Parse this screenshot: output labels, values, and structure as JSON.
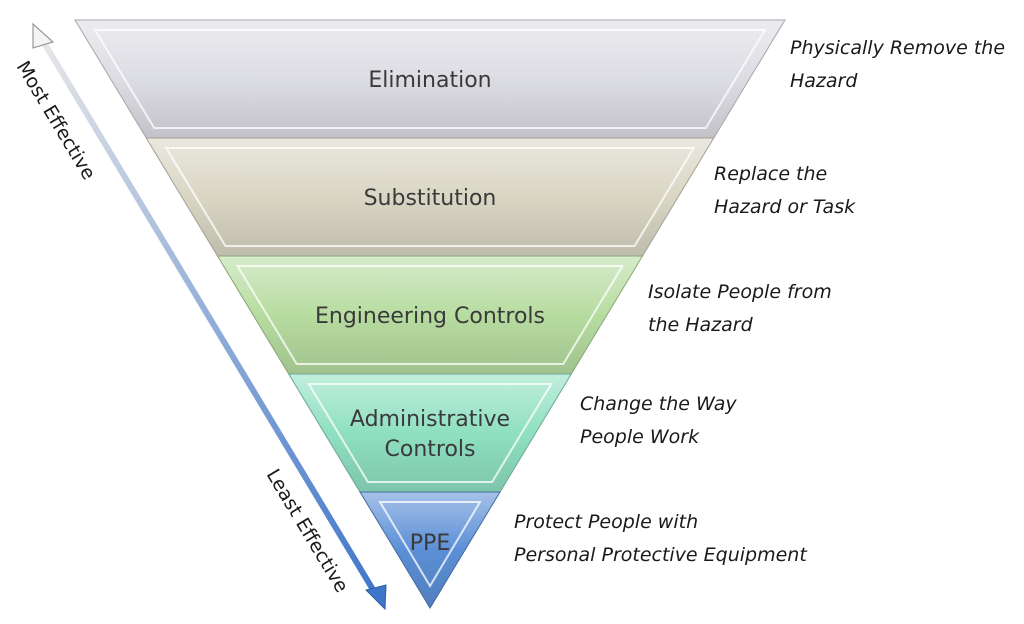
{
  "axis": {
    "top_label": "Most Effective",
    "bottom_label": "Least Effective"
  },
  "tiers": [
    {
      "label_lines": [
        "Elimination"
      ],
      "description_lines": [
        "Physically Remove the",
        "Hazard"
      ],
      "color": "#dcdde3"
    },
    {
      "label_lines": [
        "Substitution"
      ],
      "description_lines": [
        "Replace the",
        "Hazard or Task"
      ],
      "color": "#d9d6c4"
    },
    {
      "label_lines": [
        "Engineering Controls"
      ],
      "description_lines": [
        "Isolate People from",
        "the Hazard"
      ],
      "color": "#b7dca0"
    },
    {
      "label_lines": [
        "Administrative",
        "Controls"
      ],
      "description_lines": [
        "Change the Way",
        "People Work"
      ],
      "color": "#8fe0c2"
    },
    {
      "label_lines": [
        "PPE"
      ],
      "description_lines": [
        "Protect People with",
        "Personal Protective Equipment"
      ],
      "color": "#5b8fd6"
    }
  ]
}
